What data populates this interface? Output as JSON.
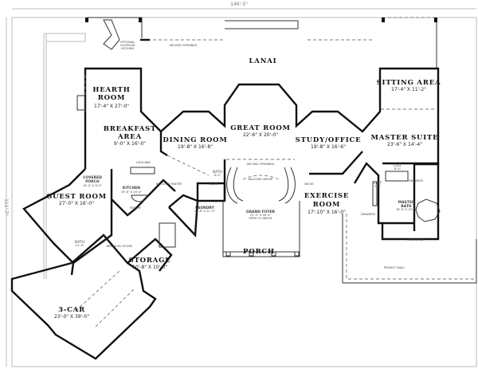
{
  "dimensions": {
    "width": "146'-5\"",
    "depth": "111'-7\""
  },
  "rooms": {
    "lanai": {
      "name": "LANAI"
    },
    "hearth": {
      "name1": "HEARTH",
      "name2": "ROOM",
      "dims": "17'-4\" X 27'-0\""
    },
    "breakfast": {
      "name1": "BREAKFAST",
      "name2": "AREA",
      "dims": "9'-0\" X 16'-0\""
    },
    "dining": {
      "name": "DINING ROOM",
      "dims": "19'-8\" X 16'-8\""
    },
    "great": {
      "name": "GREAT ROOM",
      "dims": "22'-6\" X 20'-0\""
    },
    "study": {
      "name": "STUDY/OFFICE",
      "dims": "19'-8\" X 16'-6\""
    },
    "master_suite": {
      "name": "MASTER SUITE",
      "dims": "23'-6\" X 14'-4\""
    },
    "sitting": {
      "name": "SITTING AREA",
      "dims": "17'-4\" X 11'-2\""
    },
    "covered_porch": {
      "name1": "COVERED",
      "name2": "PORCH",
      "dims": "16'-0\" X 8'-0\""
    },
    "kitchen": {
      "name": "KITCHEN",
      "dims": "19'-6\" X 20'-4\""
    },
    "guest": {
      "name": "GUEST ROOM",
      "dims": "27'-0\" X 16'-0\""
    },
    "guest_bath": {
      "name": "BATH",
      "dims": "12'-0\""
    },
    "bath": {
      "name": "BATH",
      "dims": "6'-0\""
    },
    "laundry": {
      "name": "LAUNDRY",
      "dims": "10'-8\" X 11'-0\""
    },
    "foyer": {
      "name": "GRAND FOYER",
      "dims": "22'-0\" X 26'-4\"",
      "note": "OPEN TO ABOVE"
    },
    "exercise": {
      "name1": "EXERCISE",
      "name2": "ROOM",
      "dims": "17'-10\" X 16'-0\""
    },
    "porch": {
      "name": "PORCH"
    },
    "storage": {
      "name": "STORAGE",
      "dims": "10'-8\" X 10'-0\""
    },
    "garage": {
      "name": "3-CAR",
      "dims": "23'-0\" X 39'-0\""
    },
    "master_bath": {
      "name1": "MASTER",
      "name2": "BATH",
      "dims": "18'-6\" X 20'-0\""
    },
    "clst1": {
      "name": "CLST",
      "dims": "8'-0\""
    },
    "clst2": {
      "name": "CLST",
      "dims": "7'-0\""
    }
  },
  "notes": {
    "outdoor_kitchen": [
      "OPTIONAL",
      "OUTDOOR",
      "KITCHEN"
    ],
    "arched_openings": "ARCHED OPENINGS",
    "arched_openings_2": "ARCHED OPENINGS",
    "high_bar": "HIGH BAR",
    "balcony": "BALCONY ABOVE",
    "niche_left": "NICHE",
    "niche_right": "NICHE",
    "butlers": "BUTLER'S PANTRY",
    "pantry": "PANTRY",
    "drawers": "DRAWERS",
    "drawers2": "DRAWERS",
    "privacy_wall": "PRIVACY WALL",
    "open_shower": "OPEN SHWR",
    "bench": "BENCH W/ HOOKS"
  }
}
